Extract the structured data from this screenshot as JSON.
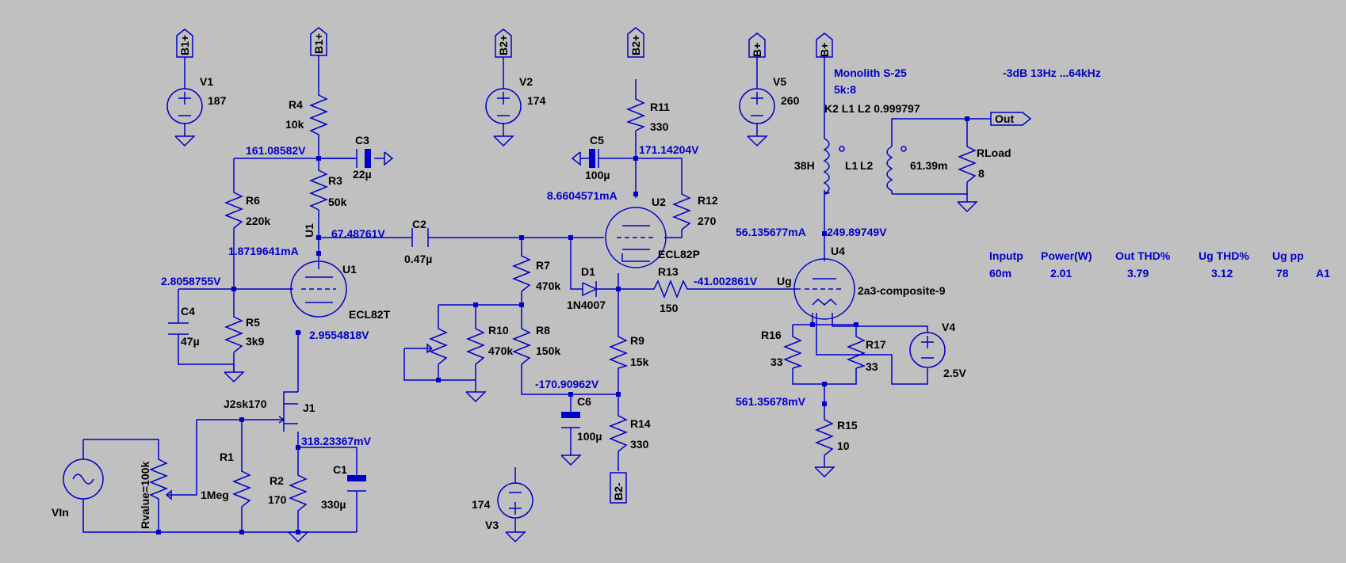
{
  "colors": {
    "background": "#c0c0c0",
    "wire": "#0000c8",
    "label": "#000000",
    "annotation": "#0000c8"
  },
  "title": "Monolith S-25",
  "ratio": "5k:8",
  "response": "-3dB  13Hz ...64kHz",
  "coupling": "K2 L1 L2 0.999797",
  "rails": {
    "b1": "B1+",
    "b2p": "B2+",
    "b2m": "B2-",
    "bp": "B+",
    "out": "Out"
  },
  "comp": {
    "V1": "V1",
    "V1v": "187",
    "V2": "V2",
    "V2v": "174",
    "V3": "V3",
    "V3v": "174",
    "V4": "V4",
    "V4v": "2.5V",
    "V5": "V5",
    "V5v": "260",
    "R1": "R1",
    "R1v": "1Meg",
    "R2": "R2",
    "R2v": "170",
    "R3": "R3",
    "R3v": "50k",
    "R4": "R4",
    "R4v": "10k",
    "R5": "R5",
    "R5v": "3k9",
    "R6": "R6",
    "R6v": "220k",
    "R7": "R7",
    "R7v": "470k",
    "R8": "R8",
    "R8v": "150k",
    "R9": "R9",
    "R9v": "15k",
    "R10": "R10",
    "R10v": "470k",
    "R11": "R11",
    "R11v": "330",
    "R12": "R12",
    "R12v": "270",
    "R13": "R13",
    "R13v": "150",
    "R14": "R14",
    "R14v": "330",
    "R15": "R15",
    "R15v": "10",
    "R16": "R16",
    "R16v": "33",
    "R17": "R17",
    "R17v": "33",
    "C1": "C1",
    "C1v": "330µ",
    "C2": "C2",
    "C2v": "0.47µ",
    "C3": "C3",
    "C3v": "22µ",
    "C4": "C4",
    "C4v": "47µ",
    "C5": "C5",
    "C5v": "100µ",
    "C6": "C6",
    "C6v": "100µ",
    "D1": "D1",
    "D1v": "1N4007",
    "L1": "L1",
    "L1v": "38H",
    "L2": "L2",
    "L2v": "61.39m",
    "RLoad": "RLoad",
    "RLoadv": "8",
    "J1": "J1",
    "J1v": "J2sk170",
    "U1": "U1",
    "U1b": "U1",
    "U1v": "ECL82T",
    "U2": "U2",
    "U2v": "ECL82P",
    "U4": "U4",
    "U4v": "2a3-composite-9",
    "Vin": "VIn",
    "Pot": "Rvalue=100k",
    "Ug": "Ug"
  },
  "nodes": {
    "n1": "161.08582V",
    "n2": "67.48761V",
    "n3": "1.8719641mA",
    "n4": "2.8058755V",
    "n5": "2.9554818V",
    "n6": "318.23367mV",
    "n7": "171.14204V",
    "n8": "8.6604571mA",
    "n9": "-41.002861V",
    "n10": "-170.90962V",
    "n11": "56.135677mA",
    "n12": "249.89749V",
    "n13": "561.35678mV"
  },
  "table": {
    "headers": [
      "Inputp",
      "Power(W)",
      "Out THD%",
      "Ug THD%",
      "Ug pp"
    ],
    "values": [
      "60m",
      "2.01",
      "3.79",
      "3.12",
      "78",
      "A1"
    ]
  }
}
